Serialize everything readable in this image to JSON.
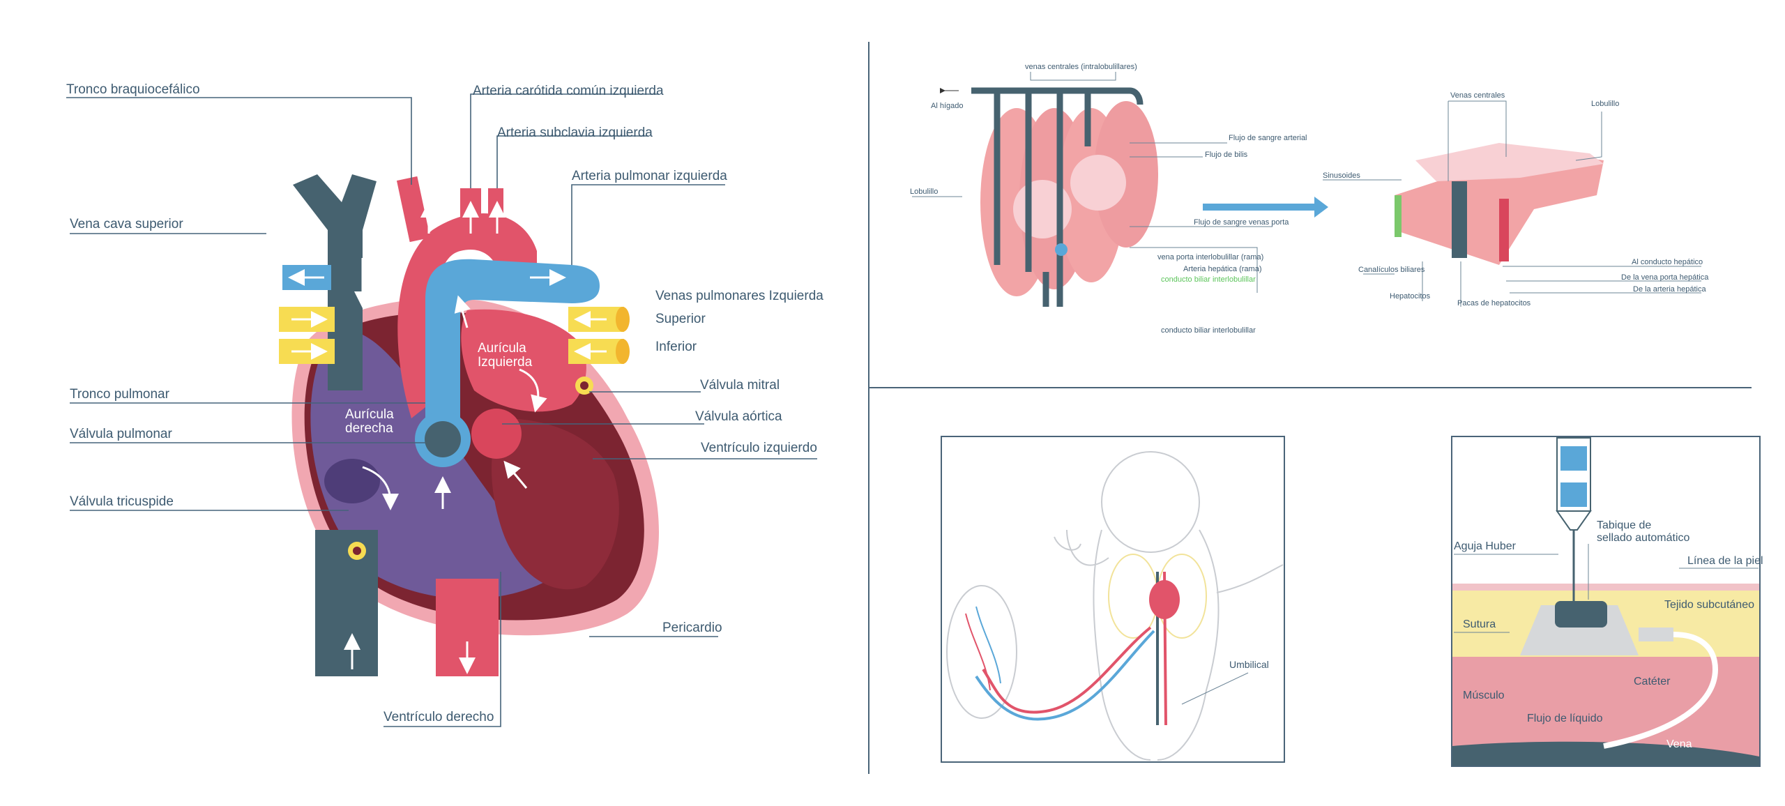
{
  "colors": {
    "vein_dark": "#46626f",
    "artery_red": "#e1546a",
    "pulmonary_blue": "#5aa7d8",
    "pulmonary_vein_yellow": "#f7dc52",
    "ventricle_dark": "#7c2431",
    "right_heart_purple": "#6f5a99",
    "pericardium_pink": "#f1a7b1",
    "label_text": "#3d5a70",
    "skin_layer": "#f7eaa4",
    "muscle_layer": "#e99ea6"
  },
  "heart": {
    "labels": {
      "tronco_braquiocefalico": "Tronco braquiocefálico",
      "carotida": "Arteria carótida común izquierda",
      "subclavia": "Arteria subclavia izquierda",
      "pulmonar_izq": "Arteria pulmonar izquierda",
      "vena_cava": "Vena cava superior",
      "venas_pulmonares": "Venas pulmonares Izquierda",
      "superior": "Superior",
      "inferior": "Inferior",
      "valvula_mitral": "Válvula mitral",
      "valvula_aortica": "Válvula aórtica",
      "ventriculo_izq": "Ventrículo izquierdo",
      "tronco_pulmonar": "Tronco pulmonar",
      "valvula_pulmonar": "Válvula pulmonar",
      "valvula_tricuspide": "Válvula tricuspide",
      "pericardio": "Pericardio",
      "ventriculo_der": "Ventrículo derecho",
      "auricula_izq_1": "Aurícula",
      "auricula_izq_2": "Izquierda",
      "auricula_der_1": "Aurícula",
      "auricula_der_2": "derecha"
    }
  },
  "liver": {
    "labels": {
      "venas_centrales_intra": "venas centrales (intralobulillares)",
      "al_higado": "Al hígado",
      "lobulillo_left": "Lobulillo",
      "flujo_arterial": "Flujo de sangre arterial",
      "flujo_bilis": "Flujo de bilis",
      "flujo_porta": "Flujo de sangre venas porta",
      "vena_porta_rama": "vena porta interlobulillar (rama)",
      "arteria_hepatica_rama": "Arteria hepática (rama)",
      "conducto_biliar_interlob": "conducto biliar interlobulillar",
      "conducto_biliar_bottom": "conducto biliar interlobulillar",
      "venas_centrales": "Venas centrales",
      "lobulillo_right": "Lobulillo",
      "sinusoides": "Sinusoides",
      "canaliculos": "Canalículos biliares",
      "hepatocitos": "Hepatocitos",
      "placas": "Pacas de hepatocitos",
      "al_conducto": "Al conducto hepático",
      "de_vena_porta": "De la vena porta hepática",
      "de_arteria": "De la arteria hepática"
    }
  },
  "fetal": {
    "labels": {
      "umbilical": "Umbilical"
    }
  },
  "port": {
    "labels": {
      "aguja": "Aguja Huber",
      "tabique_1": "Tabique de",
      "tabique_2": "sellado automático",
      "linea_piel": "Línea de la piel",
      "tejido": "Tejido subcutáneo",
      "sutura": "Sutura",
      "cateter": "Catéter",
      "musculo": "Músculo",
      "flujo_liquido": "Flujo de líquido",
      "vena": "Vena"
    }
  }
}
